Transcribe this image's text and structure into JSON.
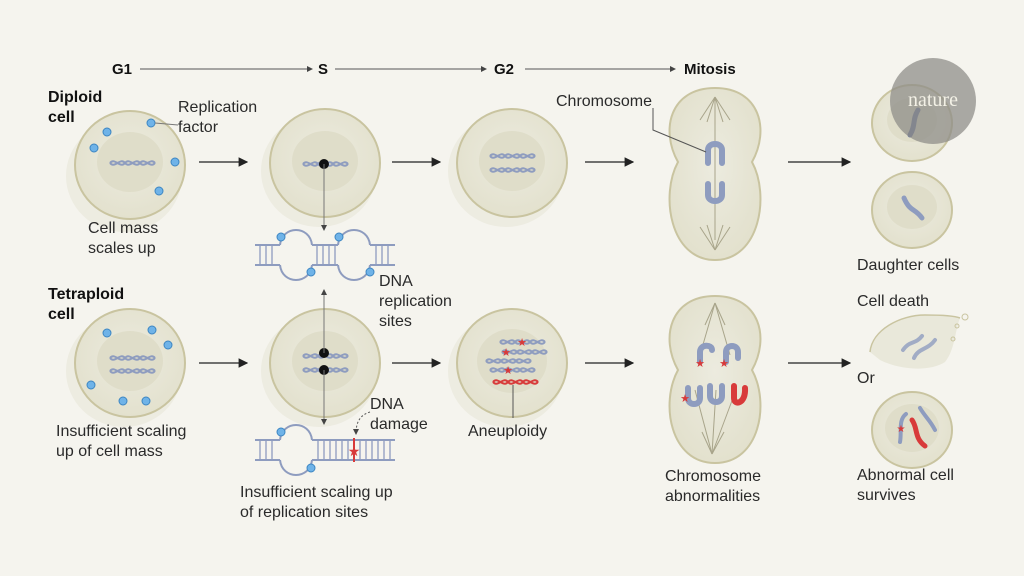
{
  "phases": [
    "G1",
    "S",
    "G2",
    "Mitosis"
  ],
  "rows": {
    "diploid": {
      "title_line1": "Diploid",
      "title_line2": "cell",
      "replication_factor_line1": "Replication",
      "replication_factor_line2": "factor",
      "mass_line1": "Cell mass",
      "mass_line2": "scales up",
      "dna_sites_line1": "DNA",
      "dna_sites_line2": "replication",
      "dna_sites_line3": "sites",
      "chromosome_label": "Chromosome",
      "outcome_label": "Daughter cells"
    },
    "tetraploid": {
      "title_line1": "Tetraploid",
      "title_line2": "cell",
      "mass_line1": "Insufficient scaling",
      "mass_line2": "up of cell mass",
      "damage_line1": "DNA",
      "damage_line2": "damage",
      "sites_line1": "Insufficient scaling up",
      "sites_line2": "of replication sites",
      "aneuploidy_label": "Aneuploidy",
      "abnormal_line1": "Chromosome",
      "abnormal_line2": "abnormalities",
      "death_label": "Cell death",
      "or_label": "Or",
      "survive_line1": "Abnormal cell",
      "survive_line2": "survives"
    }
  },
  "logo": "nature",
  "colors": {
    "background": "#f5f4ee",
    "cell_fill": "#e8e6d6",
    "cell_stroke": "#c9c4a0",
    "dna": "#8e9cbf",
    "replication_factor": "#6fb3e8",
    "damage": "#d83a3a",
    "logo_circle": "#9a9994"
  }
}
